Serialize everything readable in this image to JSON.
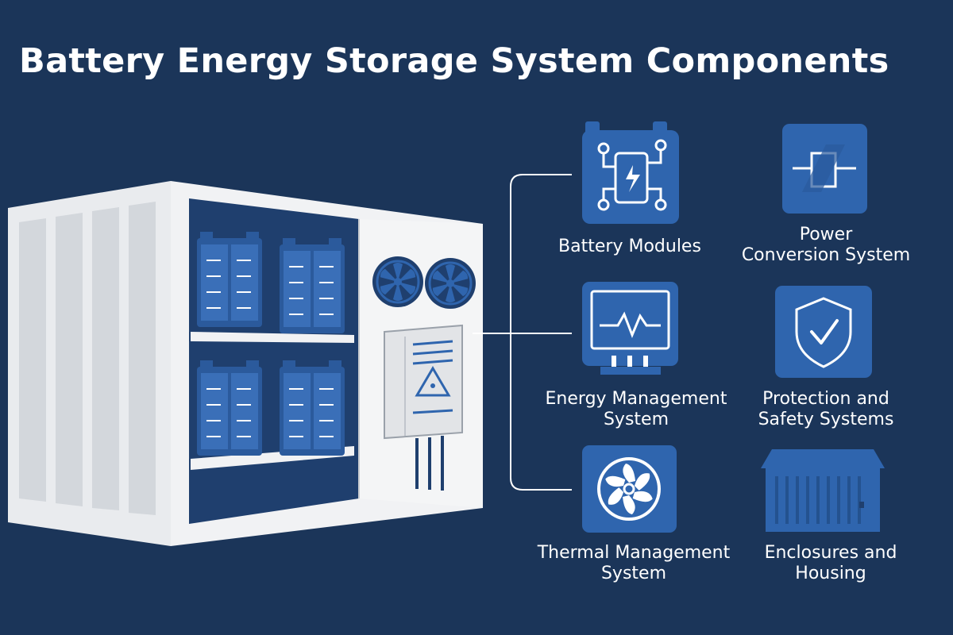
{
  "title": "Battery Energy Storage System Components",
  "colors": {
    "background": "#1b3559",
    "icon_blue": "#2f65ae",
    "battery_blue": "#2b5a9c",
    "container_white": "#f1f2f4",
    "text": "#ffffff"
  },
  "components": [
    {
      "id": "battery-modules",
      "label": "Battery Modules",
      "icon": "battery-chip-icon"
    },
    {
      "id": "power-conversion",
      "label": "Power\nConversion System",
      "icon": "power-waveform-icon"
    },
    {
      "id": "energy-management",
      "label": "Energy Management\nSystem",
      "icon": "monitor-pulse-icon"
    },
    {
      "id": "protection-safety",
      "label": "Protection and\nSafety Systems",
      "icon": "shield-check-icon"
    },
    {
      "id": "thermal-management",
      "label": "Thermal Management\nSystem",
      "icon": "fan-icon"
    },
    {
      "id": "enclosures-housing",
      "label": "Enclosures and\nHousing",
      "icon": "container-icon"
    }
  ]
}
